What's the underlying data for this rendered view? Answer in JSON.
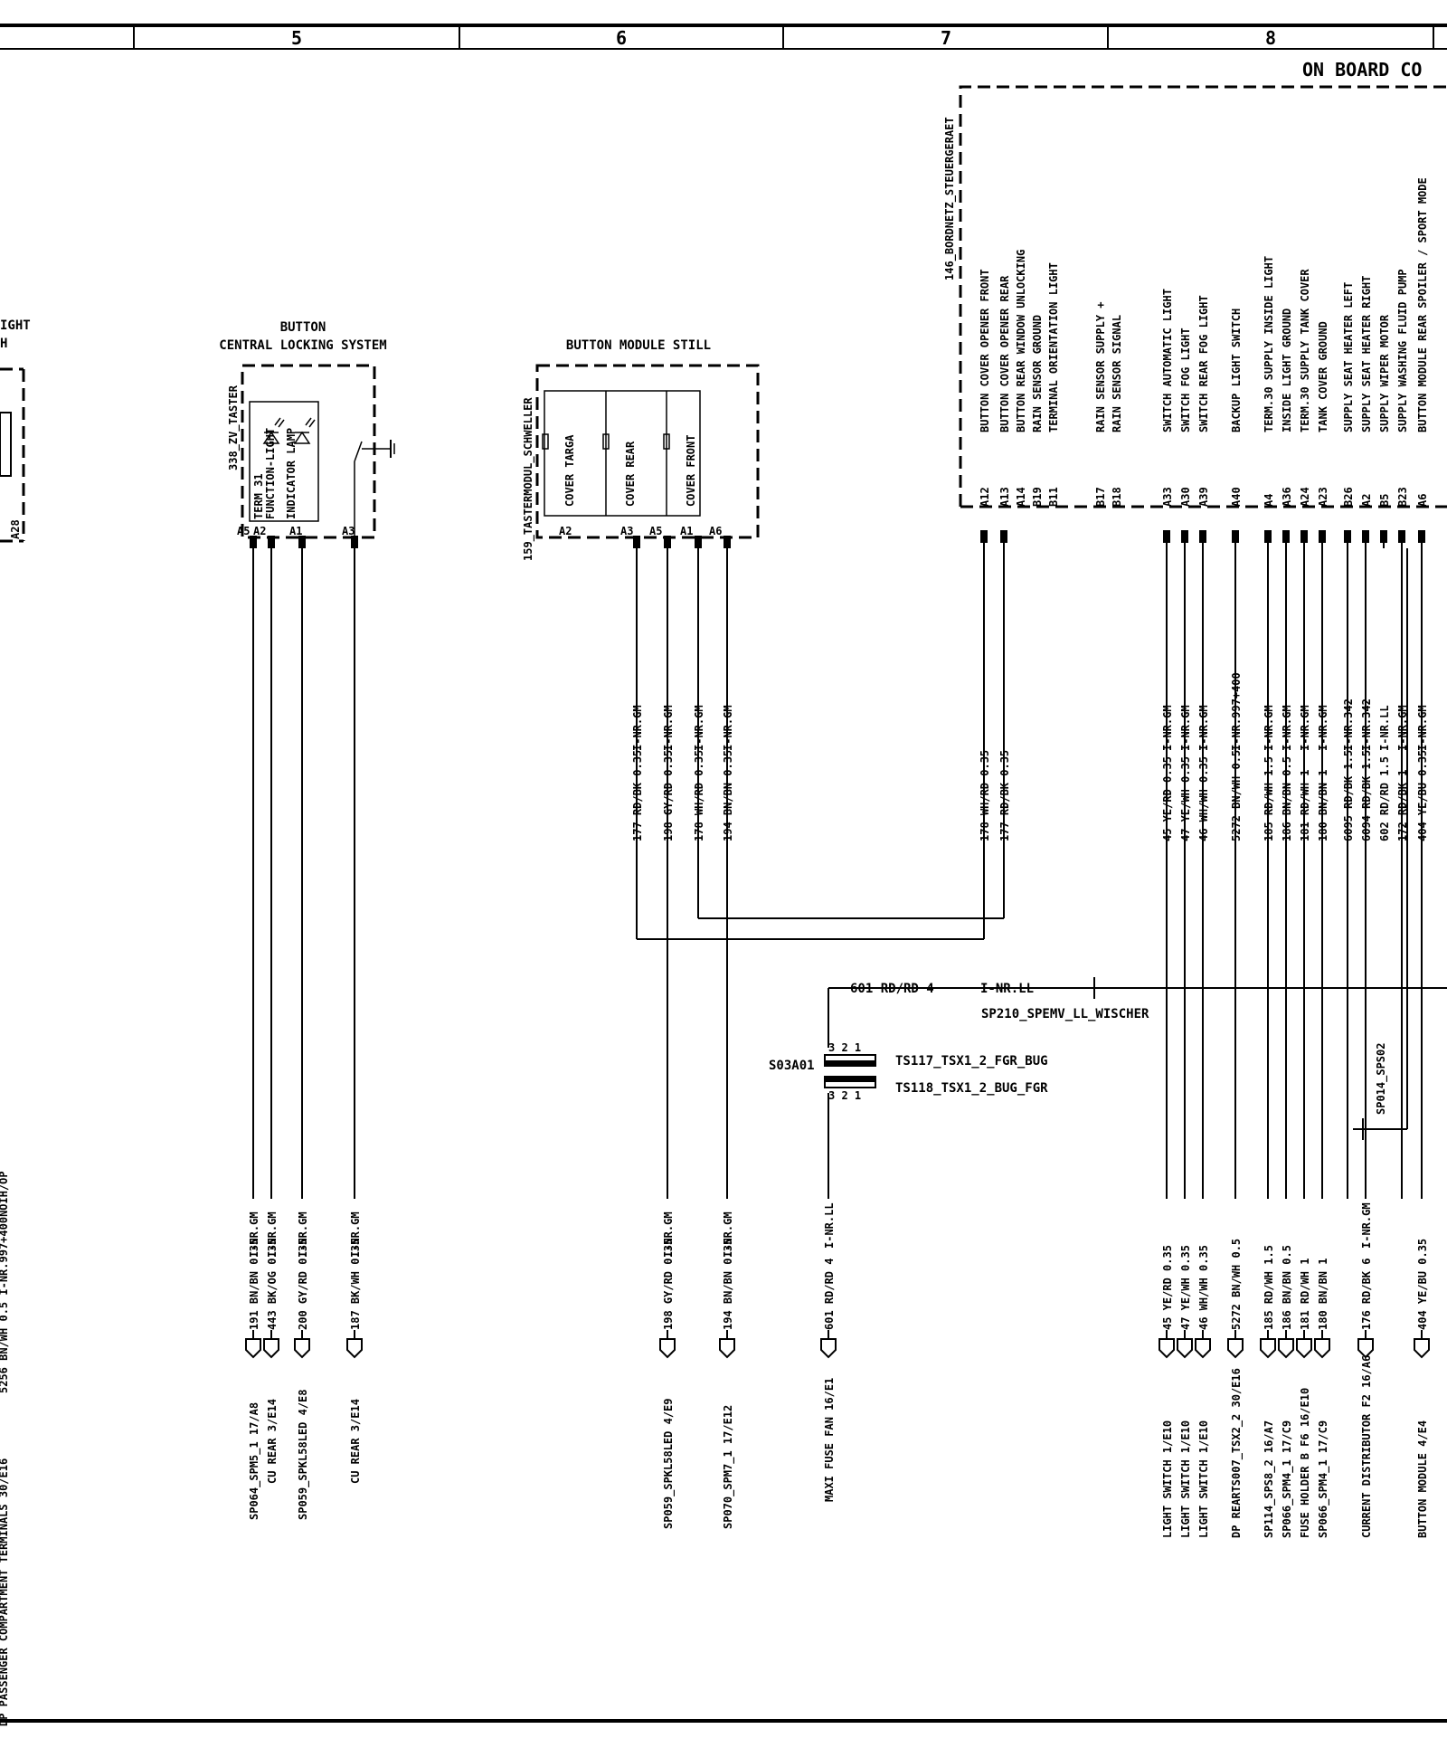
{
  "header": {
    "columns": [
      "5",
      "6",
      "7",
      "8"
    ],
    "page_title": "ON BOARD CO"
  },
  "left_partial": {
    "title_line1": "IGHT",
    "title_line2": "H",
    "pin": "A28",
    "bottom_label": "DP PASSENGER COMPARTMENT TERMINALS 30/E16",
    "wire_label": "5256 BN/WH 0.5 I-NR.997+400NOIH/OP"
  },
  "central_locking": {
    "title_line1": "BUTTON",
    "title_line2": "CENTRAL LOCKING SYSTEM",
    "id": "338_ZV_TASTER",
    "inner_labels": [
      "TERM 31",
      "FUNCTION-LIGHT",
      "INDICATOR LAMP"
    ],
    "pins": [
      "A5",
      "A2",
      "A1",
      "A3"
    ],
    "wires": [
      "191 BN/BN 0.35",
      "443 BK/OG 0.35",
      "200 GY/RD 0.35",
      "187 BK/WH 0.35"
    ],
    "wire_codes": [
      "I-NR.GM",
      "I-NR.GM",
      "I-NR.GM",
      "I-NR.GM"
    ],
    "connectors": [
      "SP064_SPM5_1 17/A8",
      "CU REAR 3/E14",
      "SP059_SPKL58LED 4/E8",
      "CU REAR 3/E14"
    ]
  },
  "button_module": {
    "title": "BUTTON MODULE STILL",
    "id": "159_TASTERMODUL_SCHWELLER",
    "switches": [
      "COVER TARGA",
      "COVER REAR",
      "COVER FRONT"
    ],
    "pins": [
      "A2",
      "A3",
      "A5",
      "A1",
      "A6"
    ],
    "upper_wires": [
      "177 RD/BK 0.35",
      "198 GY/RD 0.35",
      "178 WH/RD 0.35",
      "194 BN/BN 0.35"
    ],
    "upper_codes": [
      "I-NR.GM",
      "I-NR.GM",
      "I-NR.GM",
      "I-NR.GM"
    ],
    "lower_wires": [
      "198 GY/RD 0.35",
      "194 BN/BN 0.35"
    ],
    "lower_codes": [
      "I-NR.GM",
      "I-NR.GM"
    ],
    "connectors": [
      "SP059_SPKL58LED 4/E9",
      "SP070_SPM7_1 17/E12"
    ]
  },
  "fuse_fan": {
    "wire": "601 RD/RD 4",
    "code": "I-NR.LL",
    "splice": "SP210_SPEMV_LL_WISCHER",
    "switch_id": "S03A01",
    "ts1": "TS117_TSX1_2_FGR_BUG",
    "ts2": "TS118_TSX1_2_BUG_FGR",
    "pins_top": "3  2  1",
    "pins_bottom": "3  2  1",
    "lower_wire": "601 RD/RD 4",
    "lower_code": "I-NR.LL",
    "connector": "MAXI FUSE FAN 16/E1"
  },
  "control_unit": {
    "id": "146_BORDNETZ_STEUERGERAET",
    "functions": [
      {
        "label": "BUTTON COVER OPENER FRONT",
        "pin": "A12"
      },
      {
        "label": "BUTTON COVER OPENER REAR",
        "pin": "A13"
      },
      {
        "label": "BUTTON REAR WINDOW UNLOCKING",
        "pin": "A14"
      },
      {
        "label": "RAIN SENSOR GROUND",
        "pin": "B19"
      },
      {
        "label": "TERMINAL ORIENTATION LIGHT",
        "pin": "B11"
      },
      {
        "label": "RAIN SENSOR SUPPLY +",
        "pin": "B17"
      },
      {
        "label": "RAIN SENSOR SIGNAL",
        "pin": "B18"
      },
      {
        "label": "SWITCH AUTOMATIC LIGHT",
        "pin": "A33"
      },
      {
        "label": "SWITCH FOG LIGHT",
        "pin": "A30"
      },
      {
        "label": "SWITCH REAR FOG LIGHT",
        "pin": "A39"
      },
      {
        "label": "BACKUP LIGHT SWITCH",
        "pin": "A40"
      },
      {
        "label": "TERM.30 SUPPLY INSIDE LIGHT",
        "pin": "A4"
      },
      {
        "label": "INSIDE LIGHT GROUND",
        "pin": "A36"
      },
      {
        "label": "TERM.30 SUPPLY TANK COVER",
        "pin": "A24"
      },
      {
        "label": "TANK COVER GROUND",
        "pin": "A23"
      },
      {
        "label": "SUPPLY SEAT HEATER LEFT",
        "pin": "B26"
      },
      {
        "label": "SUPPLY SEAT HEATER RIGHT",
        "pin": "A2"
      },
      {
        "label": "SUPPLY WIPER MOTOR",
        "pin": "B5"
      },
      {
        "label": "SUPPLY WASHING FLUID PUMP",
        "pin": "B23"
      },
      {
        "label": "BUTTON MODULE REAR SPOILER / SPORT MODE",
        "pin": "A6"
      }
    ],
    "upper_wires": [
      {
        "wire": "178 WH/RD 0.35",
        "code": ""
      },
      {
        "wire": "177 RD/BK 0.35",
        "code": ""
      },
      {
        "wire": "45 YE/RD 0.35",
        "code": "I-NR.GM"
      },
      {
        "wire": "47 YE/WH 0.35",
        "code": "I-NR.GM"
      },
      {
        "wire": "46 WH/WH 0.35",
        "code": "I-NR.GM"
      },
      {
        "wire": "5272 BN/WH 0.5",
        "code": "I-NR.997+400"
      },
      {
        "wire": "185 RD/WH 1.5",
        "code": "I-NR.GM"
      },
      {
        "wire": "186 BN/BN 0.5",
        "code": "I-NR.GM"
      },
      {
        "wire": "181 RD/WH 1",
        "code": "I-NR.GM"
      },
      {
        "wire": "180 BN/BN 1",
        "code": "I-NR.GM"
      },
      {
        "wire": "6095 RD/BK 1.5",
        "code": "I-NR.342"
      },
      {
        "wire": "6094 RD/BK 1.5",
        "code": "I-NR.342"
      },
      {
        "wire": "602 RD/RD 1.5",
        "code": "I-NR.LL"
      },
      {
        "wire": "172 RD/BK 1",
        "code": "I-NR.GM"
      },
      {
        "wire": "404 YE/BU 0.35",
        "code": "I-NR.GM"
      }
    ],
    "splice_label": "SP014_SPS02",
    "lower_wires": [
      "45 YE/RD 0.35",
      "47 YE/WH 0.35",
      "46 WH/WH 0.35",
      "5272 BN/WH 0.5",
      "185 RD/WH 1.5",
      "186 BN/BN 0.5",
      "181 RD/WH 1",
      "180 BN/BN 1",
      "176 RD/BK 6",
      "404 YE/BU 0.35"
    ],
    "lower_code": "I-NR.GM",
    "connectors": [
      "LIGHT SWITCH 1/E10",
      "LIGHT SWITCH 1/E10",
      "LIGHT SWITCH 1/E10",
      "DP REARTS007_TSX2_2 30/E16",
      "SP114_SPS8_2 16/A7",
      "SP066_SPM4_1 17/C9",
      "FUSE HOLDER B F6 16/E10",
      "SP066_SPM4_1 17/C9",
      "CURRENT DISTRIBUTOR F2 16/A6",
      "BUTTON MODULE 4/E4"
    ]
  }
}
